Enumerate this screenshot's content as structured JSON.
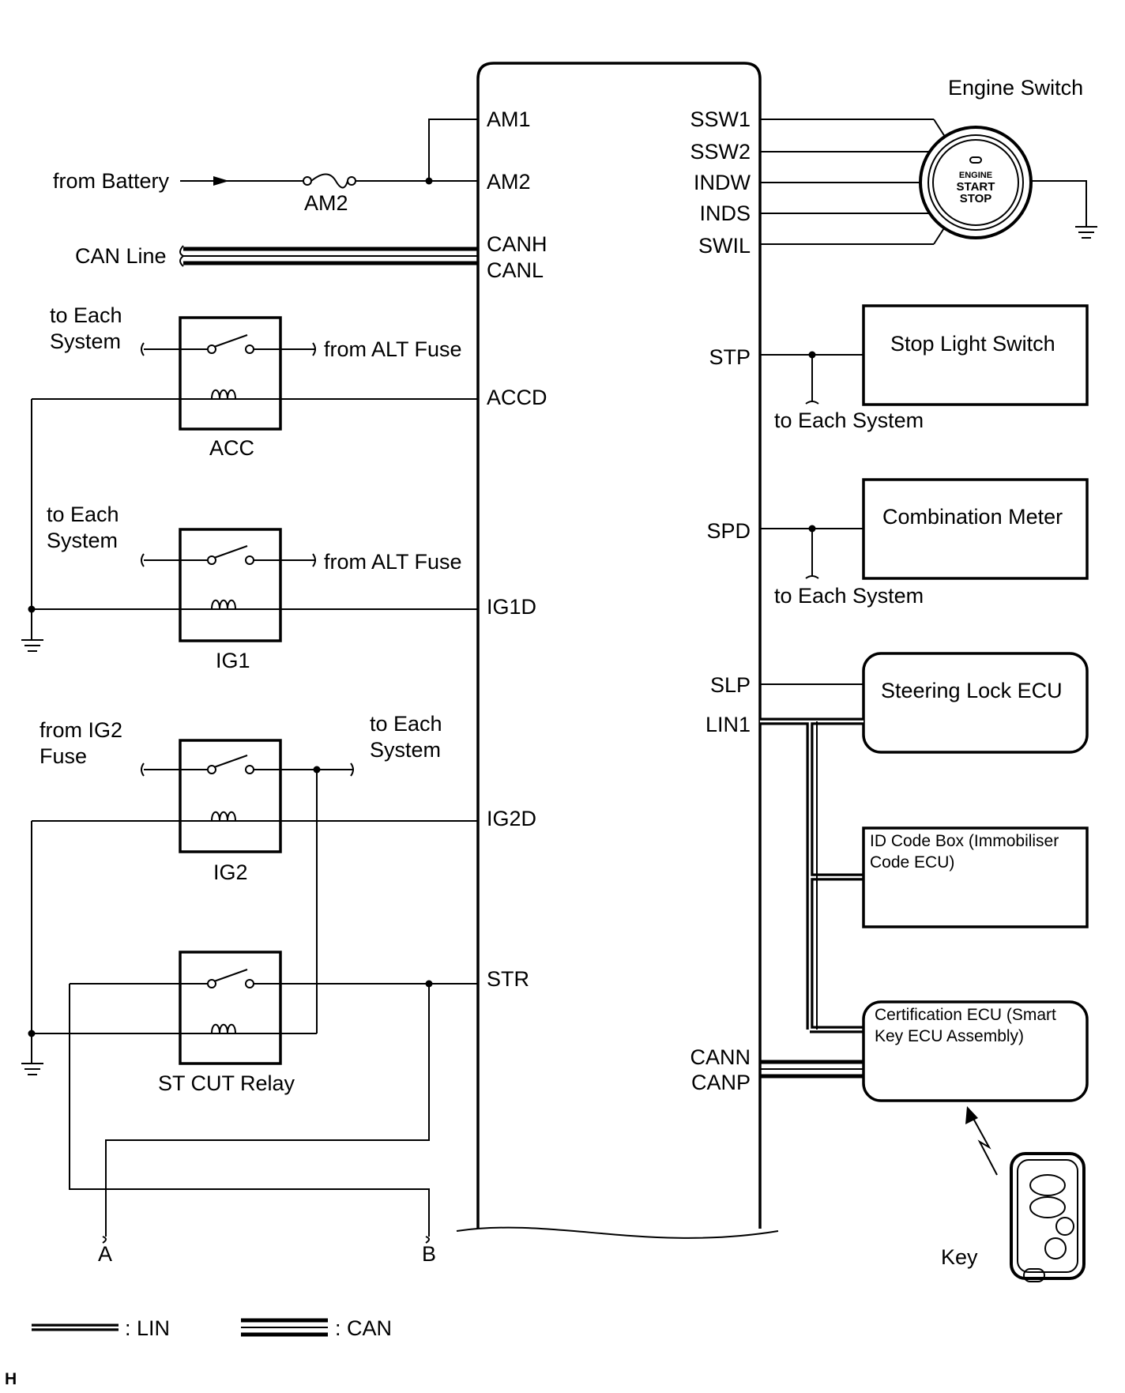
{
  "ecu": {
    "left_pins": [
      "AM1",
      "AM2",
      "CANH",
      "CANL",
      "ACCD",
      "IG1D",
      "IG2D",
      "STR"
    ],
    "right_pins": [
      "SSW1",
      "SSW2",
      "INDW",
      "INDS",
      "SWIL",
      "STP",
      "SPD",
      "SLP",
      "LIN1",
      "CANN",
      "CANP"
    ]
  },
  "left": {
    "from_battery": "from Battery",
    "am2_fuse": "AM2",
    "can_line": "CAN Line",
    "acc_to_system_1": "to Each",
    "acc_to_system_2": "System",
    "acc_from_alt": "from ALT Fuse",
    "acc_relay": "ACC",
    "ig1_to_system_1": "to Each",
    "ig1_to_system_2": "System",
    "ig1_from_alt": "from ALT Fuse",
    "ig1_relay": "IG1",
    "ig2_from_1": "from IG2",
    "ig2_from_2": "Fuse",
    "ig2_to_system_1": "to Each",
    "ig2_to_system_2": "System",
    "ig2_relay": "IG2",
    "st_cut_relay": "ST CUT Relay",
    "terminal_a": "A",
    "terminal_b": "B"
  },
  "right": {
    "engine_switch": "Engine Switch",
    "engine_switch_face": [
      "ENGINE",
      "START",
      "STOP"
    ],
    "stop_light_switch": "Stop Light Switch",
    "stp_to_system": "to Each System",
    "combination_meter": "Combination Meter",
    "spd_to_system": "to Each System",
    "steering_lock_ecu": "Steering Lock ECU",
    "id_code_box_1": "ID Code Box (Immobiliser",
    "id_code_box_2": "Code ECU)",
    "cert_ecu_1": "Certification ECU (Smart",
    "cert_ecu_2": "Key ECU Assembly)",
    "key": "Key"
  },
  "legend": {
    "lin": ": LIN",
    "can": ": CAN"
  },
  "corner_mark": "H"
}
